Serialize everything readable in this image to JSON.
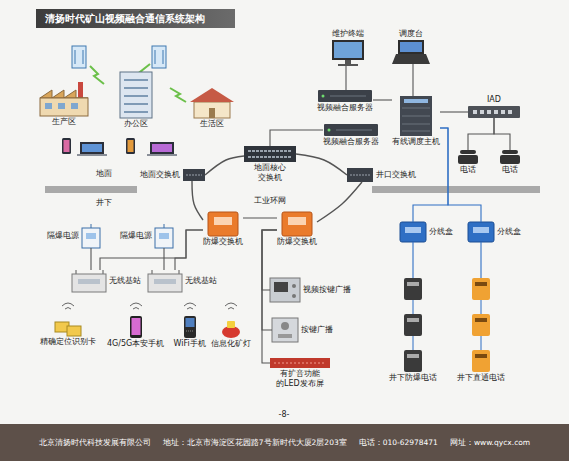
{
  "diagram": {
    "title": "清扬时代矿山视频融合通信系统架构",
    "nodes": [
      {
        "text": [
          "生产区"
        ]
      },
      {
        "text": [
          "办公区"
        ]
      },
      {
        "text": [
          "生活区"
        ]
      },
      {
        "text": [
          "维护终端"
        ]
      },
      {
        "text": [
          "调度台"
        ]
      },
      {
        "text": [
          "视频融合服务器"
        ]
      },
      {
        "text": [
          "视频融合服务器"
        ]
      },
      {
        "text": [
          "有线调度主机"
        ]
      },
      {
        "text": [
          "IAD"
        ]
      },
      {
        "text": [
          "电话"
        ]
      },
      {
        "text": [
          "电话"
        ]
      },
      {
        "text": [
          "地面交换机"
        ]
      },
      {
        "text": [
          "地面核心 交换机"
        ]
      },
      {
        "text": [
          "井口交换机"
        ]
      },
      {
        "text": [
          "防爆交换机"
        ]
      },
      {
        "text": [
          "防爆交换机"
        ]
      },
      {
        "text": [
          "隔爆电源"
        ]
      },
      {
        "text": [
          "隔爆电源"
        ]
      },
      {
        "text": [
          "无线基站"
        ]
      },
      {
        "text": [
          "无线基站"
        ]
      },
      {
        "text": [
          "精确定位识别卡"
        ]
      },
      {
        "text": [
          "4G/5G本安手机"
        ]
      },
      {
        "text": [
          "WiFi手机"
        ]
      },
      {
        "text": [
          "信息化矿灯"
        ]
      },
      {
        "text": [
          "视频按键广播"
        ]
      },
      {
        "text": [
          "按键广播"
        ]
      },
      {
        "text": [
          "有扩音功能 的LED发布屏"
        ]
      },
      {
        "text": [
          "分线盒"
        ]
      },
      {
        "text": [
          "分线盒"
        ]
      },
      {
        "text": [
          "井下防爆电话"
        ]
      },
      {
        "text": [
          "井下直通电话"
        ]
      }
    ],
    "edges": [
      {
        "from": 3,
        "to": 5,
        "arrow": "none"
      },
      {
        "from": 4,
        "to": 7,
        "arrow": "none"
      },
      {
        "from": 5,
        "to": 7,
        "arrow": "none"
      },
      {
        "from": 7,
        "to": 8,
        "arrow": "none"
      },
      {
        "from": 8,
        "to": 9,
        "arrow": "none"
      },
      {
        "from": 8,
        "to": 10,
        "arrow": "none"
      },
      {
        "from": 12,
        "to": 6,
        "arrow": "none"
      },
      {
        "from": 11,
        "to": 12,
        "arrow": "none"
      },
      {
        "from": 12,
        "to": 13,
        "arrow": "none"
      },
      {
        "from": 11,
        "to": 14,
        "arrow": "none"
      },
      {
        "from": 14,
        "to": 15,
        "arrow": "none"
      },
      {
        "from": 15,
        "to": 13,
        "arrow": "none"
      },
      {
        "from": 14,
        "to": 19,
        "arrow": "none"
      },
      {
        "from": 14,
        "to": 18,
        "arrow": "none"
      },
      {
        "from": 16,
        "to": 18,
        "arrow": "none"
      },
      {
        "from": 17,
        "to": 19,
        "arrow": "none"
      },
      {
        "from": 15,
        "to": 24,
        "arrow": "none"
      },
      {
        "from": 15,
        "to": 25,
        "arrow": "none"
      },
      {
        "from": 15,
        "to": 26,
        "arrow": "none"
      },
      {
        "from": 7,
        "to": 27,
        "arrow": "none"
      },
      {
        "from": 7,
        "to": 28,
        "arrow": "none"
      },
      {
        "from": 27,
        "to": 29,
        "arrow": "none"
      },
      {
        "from": 28,
        "to": 30,
        "arrow": "none"
      }
    ],
    "labels": [
      "地面",
      "井下",
      "工业环网",
      "-8-",
      "北京清扬时代科技发展有限公司",
      "地址：北京市海淀区花园路7号新时代大厦2层203室",
      "电话：010-62978471",
      "网址：www.qycx.com"
    ]
  }
}
